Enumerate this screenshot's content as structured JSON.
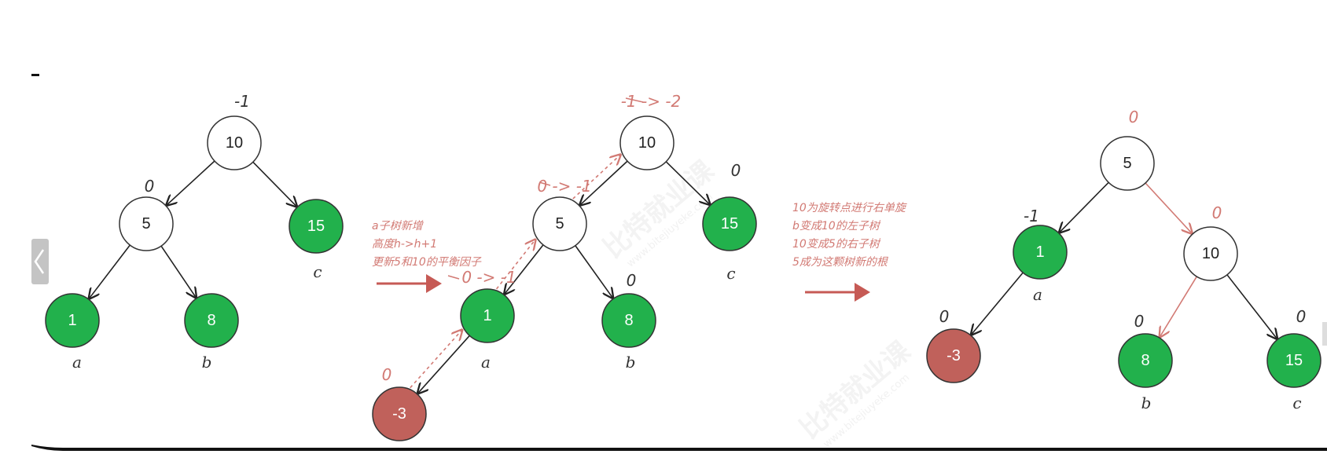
{
  "trees": [
    {
      "id": "before",
      "nodes": [
        {
          "id": "n10",
          "label": "10",
          "color": "white",
          "factor": "-1",
          "factor_color": "black"
        },
        {
          "id": "n5",
          "label": "5",
          "color": "white",
          "factor": "0",
          "factor_color": "black"
        },
        {
          "id": "n15",
          "label": "15",
          "color": "green",
          "sublabel": "c"
        },
        {
          "id": "n1",
          "label": "1",
          "color": "green",
          "sublabel": "a"
        },
        {
          "id": "n8",
          "label": "8",
          "color": "green",
          "sublabel": "b"
        }
      ],
      "edges": [
        [
          "n10",
          "n5"
        ],
        [
          "n10",
          "n15"
        ],
        [
          "n5",
          "n1"
        ],
        [
          "n5",
          "n8"
        ]
      ]
    },
    {
      "id": "inserted",
      "nodes": [
        {
          "id": "m10",
          "label": "10",
          "color": "white",
          "factor": "-1 -> -2",
          "factor_color": "red"
        },
        {
          "id": "m5",
          "label": "5",
          "color": "white",
          "factor": "0 -> -1",
          "factor_color": "red"
        },
        {
          "id": "m15",
          "label": "15",
          "color": "green",
          "factor": "0",
          "factor_color": "black",
          "sublabel": "c"
        },
        {
          "id": "m1",
          "label": "1",
          "color": "green",
          "factor": "0 -> -1",
          "factor_color": "red",
          "sublabel": "a"
        },
        {
          "id": "m8",
          "label": "8",
          "color": "green",
          "factor": "0",
          "factor_color": "black",
          "sublabel": "b"
        },
        {
          "id": "m3",
          "label": "-3",
          "color": "red",
          "factor": "0",
          "factor_color": "red"
        }
      ],
      "edges": [
        [
          "m10",
          "m5"
        ],
        [
          "m10",
          "m15"
        ],
        [
          "m5",
          "m1"
        ],
        [
          "m5",
          "m8"
        ],
        [
          "m1",
          "m3"
        ]
      ],
      "trace_edges": [
        [
          "m3",
          "m1"
        ],
        [
          "m1",
          "m5"
        ],
        [
          "m5",
          "m10"
        ]
      ]
    },
    {
      "id": "rotated",
      "nodes": [
        {
          "id": "r5",
          "label": "5",
          "color": "white",
          "factor": "0",
          "factor_color": "red"
        },
        {
          "id": "r1",
          "label": "1",
          "color": "green",
          "factor": "-1",
          "factor_color": "black",
          "sublabel": "a"
        },
        {
          "id": "r10",
          "label": "10",
          "color": "white",
          "factor": "0",
          "factor_color": "red"
        },
        {
          "id": "r3",
          "label": "-3",
          "color": "red",
          "factor": "0",
          "factor_color": "black"
        },
        {
          "id": "r8",
          "label": "8",
          "color": "green",
          "factor": "0",
          "factor_color": "black",
          "sublabel": "b"
        },
        {
          "id": "r15",
          "label": "15",
          "color": "green",
          "factor": "0",
          "factor_color": "black",
          "sublabel": "c"
        }
      ],
      "edges": [
        [
          "r5",
          "r1"
        ],
        [
          "r1",
          "r3"
        ],
        [
          "r10",
          "r15"
        ]
      ],
      "highlight_edges": [
        [
          "r5",
          "r10"
        ],
        [
          "r10",
          "r8"
        ]
      ]
    }
  ],
  "notes": [
    {
      "id": "note-insert",
      "lines": [
        "a子树新增",
        "高度h->h+1",
        "更新5和10的平衡因子"
      ]
    },
    {
      "id": "note-rotate",
      "lines": [
        "10为旋转点进行右单旋",
        "b变成10的左子树",
        "10变成5的右子树",
        "5成为这颗树新的根"
      ]
    }
  ],
  "watermark": {
    "text": "比特就业课",
    "sub": "www.bitejiuyeke.com"
  },
  "colors": {
    "green": "#22b14c",
    "red": "#c0615b",
    "white": "#ffffff",
    "stroke": "#333333",
    "accent": "#d27a74",
    "arrow": "#c65a55"
  }
}
